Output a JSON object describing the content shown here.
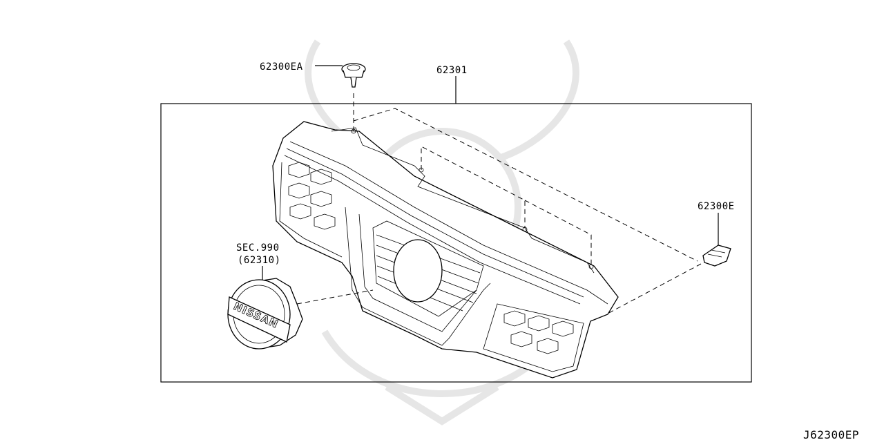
{
  "diagram": {
    "callouts": {
      "clip_ea": "62300EA",
      "grille": "62301",
      "clip_e": "62300E",
      "emblem_sec": "SEC.990",
      "emblem_part": "(62310)"
    },
    "emblem_logo_text": "NISSAN",
    "figure_code": "J62300EP"
  }
}
